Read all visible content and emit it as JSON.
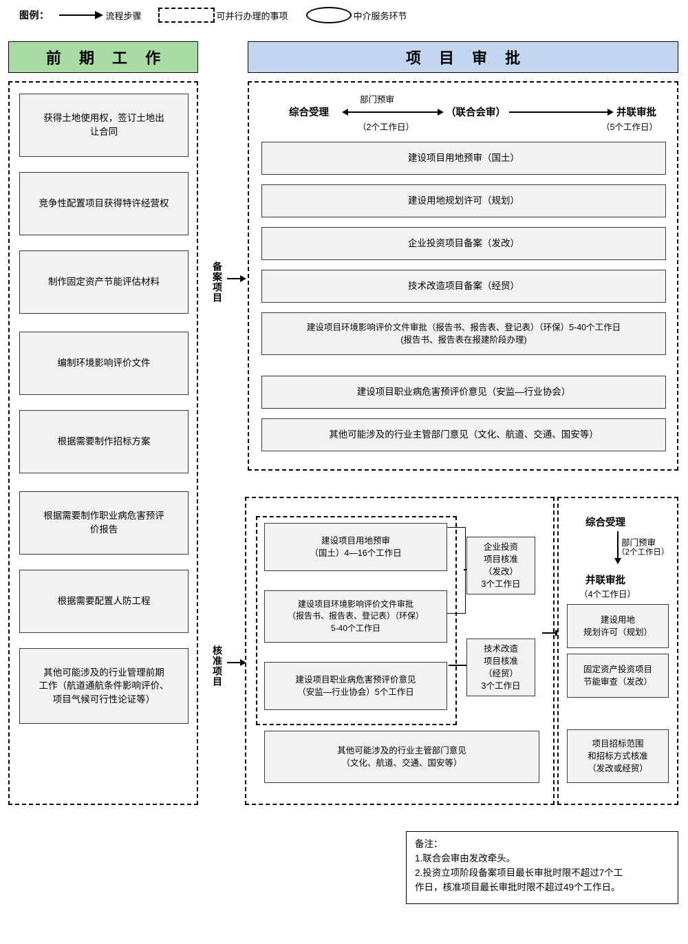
{
  "legend": {
    "label": "图例：",
    "items": [
      {
        "icon": "arrow-right-icon",
        "text": "流程步骤"
      },
      {
        "icon": "dashed-rect-icon",
        "text": "可并行办理的事项"
      },
      {
        "icon": "ellipse-icon",
        "text": "中介服务环节"
      }
    ]
  },
  "headers": {
    "left": {
      "title": "前 期 工 作",
      "color": "#a9dba4"
    },
    "right": {
      "title": "项 目 审 批",
      "color": "#c2d6f0"
    }
  },
  "preliminary": {
    "boxes": [
      "获得土地使用权，签订土地出\n让合同",
      "竞争性配置项目获得特许经营权",
      "制作固定资产节能评估材料",
      "编制环境影响评价文件",
      "根据需要制作招标方案",
      "根据需要制作职业病危害预评\n价报告",
      "根据需要配置人防工程",
      "其他可能涉及的行业管理前期\n工作（航道通航条件影响评价、\n项目气候可行性论证等）"
    ]
  },
  "record_track": {
    "entry_label": "备案项目",
    "flow": {
      "start": "综合受理",
      "mid": "（联合会审）",
      "end": "并联审批",
      "arrow1_top": "部门预审",
      "arrow1_bottom": "（2个工作日）",
      "end_sub": "（5个工作日）"
    },
    "boxes": [
      "建设项目用地预审（国土）",
      "建设用地规划许可（规划）",
      "企业投资项目备案（发改）",
      "技术改造项目备案（经贸）",
      "建设项目环境影响评价文件审批（报告书、报告表、登记表）（环保）5-40个工作日\n(报告书、报告表在报建阶段办理)",
      "建设项目职业病危害预评价意见（安监—行业协会）",
      "其他可能涉及的行业主管部门意见（文化、航道、交通、国安等）"
    ]
  },
  "approval_track": {
    "entry_label": "核准项目",
    "parallel_boxes": [
      "建设项目用地预审\n（国土）4—16个工作日",
      "建设项目环境影响评价文件审批\n（报告书、报告表、登记表）（环保）\n5-40个工作日",
      "建设项目职业病危害预评价意见\n（安监—行业协会）5个工作日"
    ],
    "other_box": "其他可能涉及的行业主管部门意见\n（文化、航道、交通、国安等）",
    "mid_boxes": [
      "企业投资\n项目核准\n（发改）\n3个工作日",
      "技术改造\n项目核准\n（经贸）\n3个工作日"
    ],
    "right_flow": {
      "start": "综合受理",
      "arrow_top": "部门预审",
      "arrow_bottom": "（2个工作日）",
      "end": "并联审批",
      "end_sub": "（4个工作日）"
    },
    "right_boxes": [
      "建设用地\n规划许可（规划）",
      "固定资产投资项目\n节能审查（发改）",
      "项目招标范围\n和招标方式核准\n（发改或经贸）"
    ]
  },
  "notes": {
    "title": "备注：",
    "lines": [
      "1.联合会审由发改牵头。",
      "2.投资立项阶段备案项目最长审批时限不超过7个工",
      "作日，核准项目最长审批时限不超过49个工作日。"
    ]
  }
}
